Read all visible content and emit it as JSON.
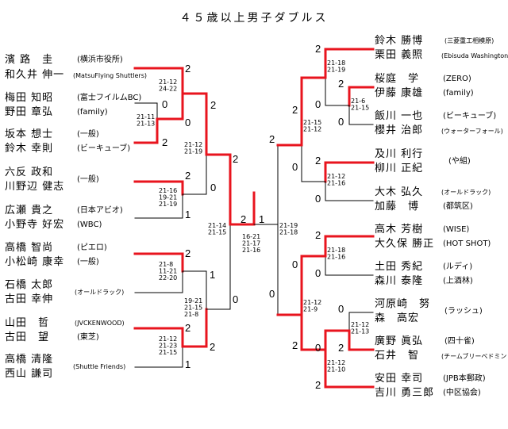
{
  "title": "４５歳以上男子ダブルス",
  "left_pairs": [
    {
      "players": [
        "濱 路　圭",
        "和久井 伸一"
      ],
      "team": "(横浜市役所)",
      "team2": "(MatsuFlying Shuttlers)"
    },
    {
      "players": [
        "梅田 知昭",
        "野田 章弘"
      ],
      "team": "(富士フイルムBC)",
      "team2": "(family)"
    },
    {
      "players": [
        "坂本 想士",
        "鈴木 幸則"
      ],
      "team": "(一般)",
      "team2": "(ビーキューブ)"
    },
    {
      "players": [
        "六反 政和",
        "川野辺 健志"
      ],
      "team": "(一般)",
      "team2": ""
    },
    {
      "players": [
        "広瀬 貴之",
        "小野寺 好宏"
      ],
      "team": "(日本アビオ)",
      "team2": "(WBC)"
    },
    {
      "players": [
        "高橋 智尚",
        "小松崎 康幸"
      ],
      "team": "(ピエロ)",
      "team2": "(一般)"
    },
    {
      "players": [
        "石橋 太郎",
        "古田 幸伸"
      ],
      "team": "(オールドラック)",
      "team2": ""
    },
    {
      "players": [
        "山田　哲",
        "古田　望"
      ],
      "team": "(JVCKENWOOD)",
      "team2": "(東芝)"
    },
    {
      "players": [
        "高橋 清隆",
        "西山 謙司"
      ],
      "team": "(Shuttle Friends)",
      "team2": ""
    }
  ],
  "right_pairs": [
    {
      "players": [
        "鈴木 勝博",
        "栗田 義照"
      ],
      "team": "(三菱重工相模原)",
      "team2": "(Ebisuda Washington)"
    },
    {
      "players": [
        "桜庭　学",
        "伊藤 康雄"
      ],
      "team": "(ZERO)",
      "team2": "(family)"
    },
    {
      "players": [
        "飯川 一也",
        "櫻井 治郎"
      ],
      "team": "(ビーキューブ)",
      "team2": "(ウォーターフォール)"
    },
    {
      "players": [
        "及川 利行",
        "柳川 正紀"
      ],
      "team": "(や組)",
      "team2": ""
    },
    {
      "players": [
        "大木 弘久",
        "加藤　博"
      ],
      "team": "(オールドラック)",
      "team2": "(都筑区)"
    },
    {
      "players": [
        "高木 芳樹",
        "大久保 勝正"
      ],
      "team": "(WISE)",
      "team2": "(HOT SHOT)"
    },
    {
      "players": [
        "土田 秀紀",
        "森川 泰隆"
      ],
      "team": "(ルディ)",
      "team2": "(上酒林)"
    },
    {
      "players": [
        "河原崎　努",
        "森　高宏"
      ],
      "team": "(ラッシュ)",
      "team2": ""
    },
    {
      "players": [
        "廣野 眞弘",
        "石井　智"
      ],
      "team": "(四十雀)",
      "team2": "(チームブリーベドミントン)"
    },
    {
      "players": [
        "安田 幸司",
        "吉川 勇三郎"
      ],
      "team": "(JPB本郵政)",
      "team2": "(中区協会)"
    }
  ],
  "matches": {
    "L1": {
      "games": [
        "21-12",
        "24-22"
      ],
      "scores": [
        "2",
        "0"
      ]
    },
    "L2": {
      "games": [
        "21-11",
        "21-13"
      ],
      "scores": [
        "0",
        "2"
      ]
    },
    "L3": {
      "games": [
        "21-12",
        "21-19"
      ],
      "scores": [
        "2",
        "0"
      ]
    },
    "L4": {
      "games": [
        "21-16",
        "19-21",
        "21-19"
      ],
      "scores": [
        "2",
        "1"
      ]
    },
    "L5": {
      "games": [
        "21-8",
        "11-21",
        "22-20"
      ],
      "scores": [
        "2",
        "1"
      ]
    },
    "L6": {
      "games": [
        "21-12",
        "21-23",
        "21-15"
      ],
      "scores": [
        "1",
        "2"
      ]
    },
    "L7": {
      "games": [
        "19-21",
        "21-15",
        "21-8"
      ],
      "scores": [
        "0",
        "2"
      ]
    },
    "L8": {
      "games": [
        "21-14",
        "21-15"
      ],
      "scores": [
        "2",
        "0"
      ]
    },
    "F": {
      "games": [
        "16-21",
        "21-17",
        "21-16"
      ],
      "scores": [
        "2",
        "1"
      ]
    },
    "R8": {
      "games": [
        "21-19",
        "21-18"
      ],
      "scores": [
        "2",
        "0"
      ]
    },
    "R1": {
      "games": [
        "21-18",
        "21-19"
      ],
      "scores": [
        "2",
        "0"
      ]
    },
    "R2": {
      "games": [
        "21-6",
        "21-15"
      ],
      "scores": [
        "2",
        "0"
      ]
    },
    "R3": {
      "games": [
        "21-15",
        "21-12"
      ],
      "scores": [
        "2",
        "0"
      ]
    },
    "R4": {
      "games": [
        "21-12",
        "21-16"
      ],
      "scores": [
        "2",
        "0"
      ]
    },
    "R5": {
      "games": [
        "21-18",
        "21-16"
      ],
      "scores": [
        "2",
        "0"
      ]
    },
    "R6": {
      "games": [
        "21-12",
        "21-9"
      ],
      "scores": [
        "0",
        "2"
      ]
    },
    "R7": {
      "games": [
        "21-12",
        "21-13"
      ],
      "scores": [
        "0",
        "2"
      ]
    },
    "R9": {
      "games": [
        "21-12",
        "21-10"
      ],
      "scores": [
        "2",
        "0"
      ]
    }
  },
  "colors": {
    "win": "#e8141e",
    "line": "#000000"
  }
}
